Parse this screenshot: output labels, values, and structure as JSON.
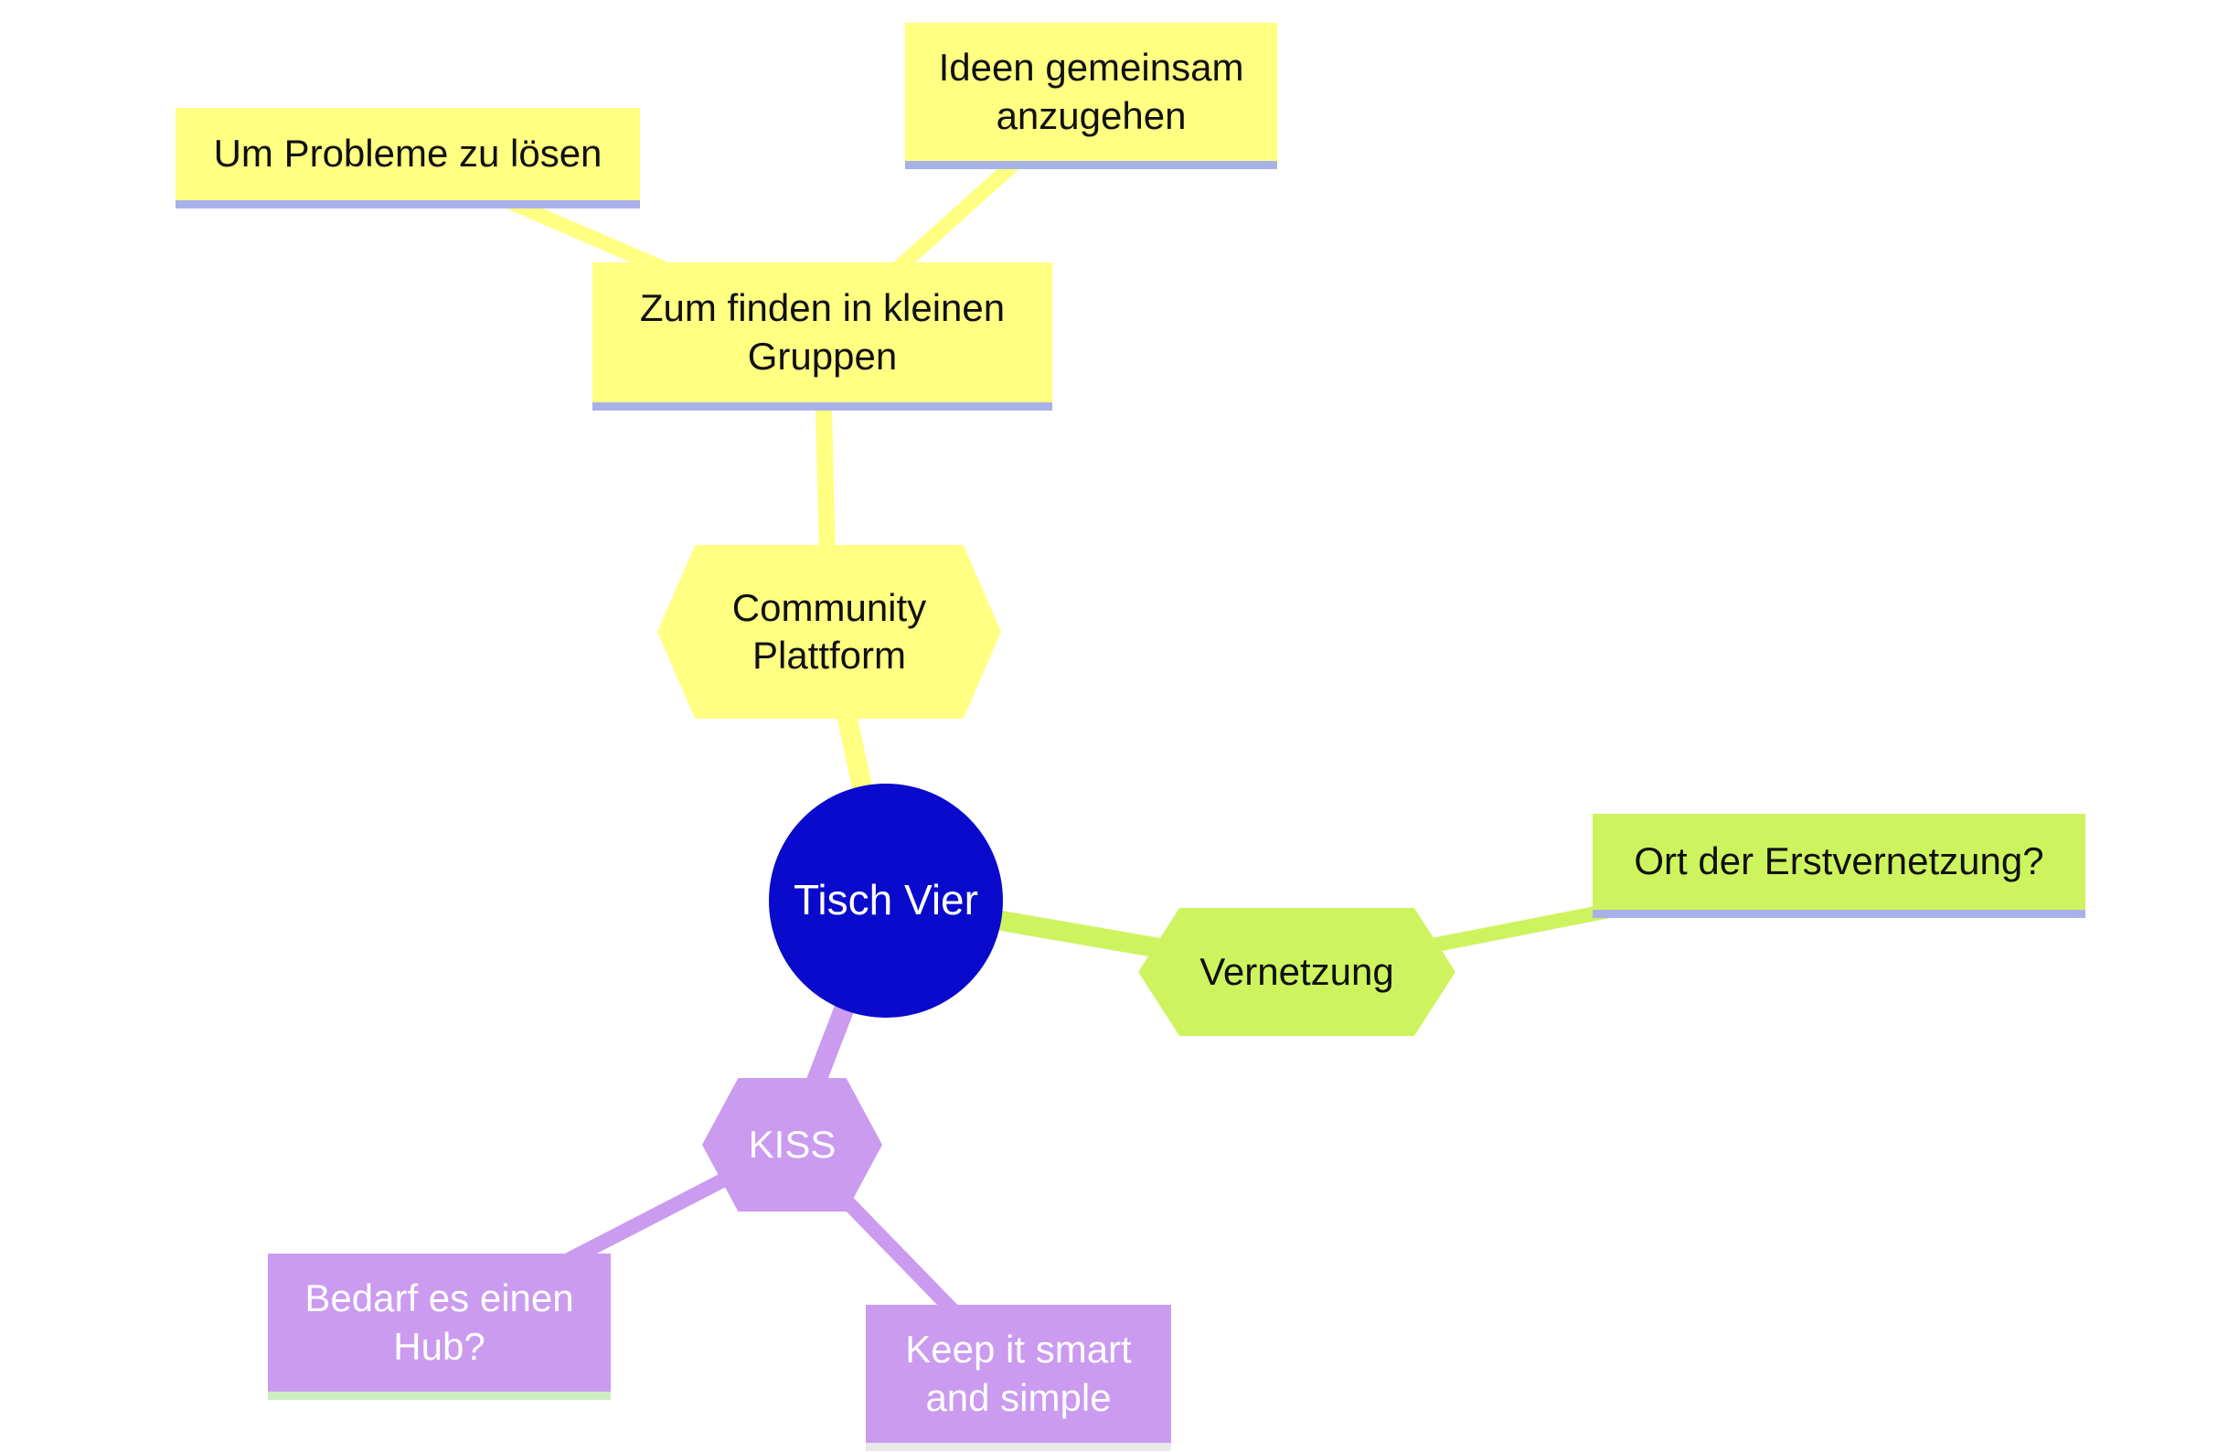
{
  "mindmap": {
    "root": {
      "label": "Tisch Vier"
    },
    "nodes": {
      "community": {
        "label": "Community Plattform"
      },
      "zum_finden": {
        "label": "Zum finden in kleinen Gruppen"
      },
      "um_probleme": {
        "label": "Um Probleme zu lösen"
      },
      "ideen": {
        "label": "Ideen gemeinsam anzugehen"
      },
      "vernetzung": {
        "label": "Vernetzung"
      },
      "ort": {
        "label": "Ort der Erstvernetzung?"
      },
      "kiss": {
        "label": "KISS"
      },
      "bedarf": {
        "label": "Bedarf es einen Hub?"
      },
      "keep": {
        "label": "Keep it smart and simple"
      }
    },
    "edges": [
      {
        "from": "Tisch Vier",
        "to": "Community Plattform"
      },
      {
        "from": "Community Plattform",
        "to": "Zum finden in kleinen Gruppen"
      },
      {
        "from": "Zum finden in kleinen Gruppen",
        "to": "Um Probleme zu lösen"
      },
      {
        "from": "Zum finden in kleinen Gruppen",
        "to": "Ideen gemeinsam anzugehen"
      },
      {
        "from": "Tisch Vier",
        "to": "Vernetzung"
      },
      {
        "from": "Vernetzung",
        "to": "Ort der Erstvernetzung?"
      },
      {
        "from": "Tisch Vier",
        "to": "KISS"
      },
      {
        "from": "KISS",
        "to": "Bedarf es einen Hub?"
      },
      {
        "from": "KISS",
        "to": "Keep it smart and simple"
      }
    ],
    "colors": {
      "root_blue": "#0a0acc",
      "branch_yellow": "#ffff82",
      "branch_green": "#cdf45f",
      "branch_purple": "#ca9bef",
      "underline_lavender": "#a9b1ea",
      "underline_pale_green": "#cdeec3",
      "underline_pale_gray": "#e9e9e9",
      "text_dark": "#101010",
      "text_light": "#ffffff"
    }
  }
}
